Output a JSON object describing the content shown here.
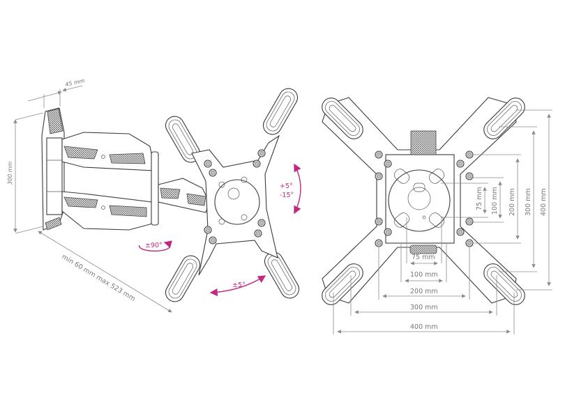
{
  "side_view": {
    "depth_label": "45 mm",
    "height_label": "300 mm",
    "extension_label": "min 60 mm max 523 mm",
    "swivel_label": "±90°",
    "tilt_up_label": "+5°",
    "tilt_down_label": "-15°",
    "rotation_label": "±5°"
  },
  "front_view": {
    "horizontal_dims": [
      "75 mm",
      "100 mm",
      "200 mm",
      "300 mm",
      "400 mm"
    ],
    "vertical_dims": [
      "75 mm",
      "100 mm",
      "200 mm",
      "300 mm",
      "400 mm"
    ]
  },
  "colors": {
    "accent": "#c2287f",
    "line": "#3a3a3a",
    "dimension": "#8a8a8a"
  }
}
